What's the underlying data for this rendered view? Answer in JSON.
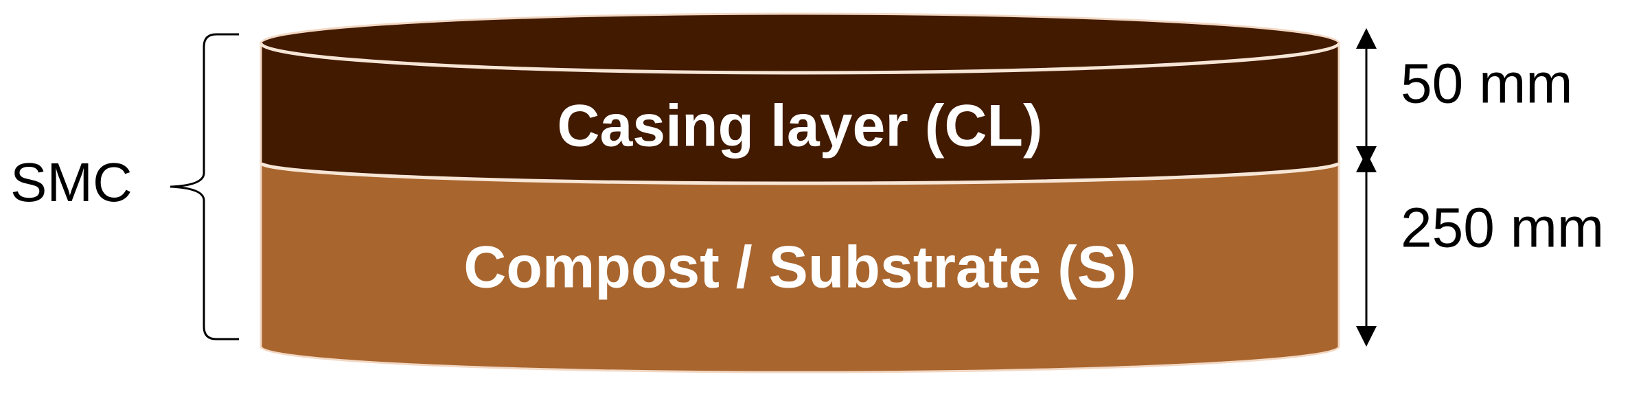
{
  "layers": {
    "casing": {
      "label": "Casing layer (CL)",
      "thickness_label": "50 mm",
      "color": "#421a00"
    },
    "compost": {
      "label": "Compost / Substrate (S)",
      "thickness_label": "250 mm",
      "color": "#a8652e"
    }
  },
  "group": {
    "label": "SMC"
  },
  "colors": {
    "outline": "#f2d8c4",
    "dimension_line": "#000000",
    "bracket": "#000000"
  }
}
